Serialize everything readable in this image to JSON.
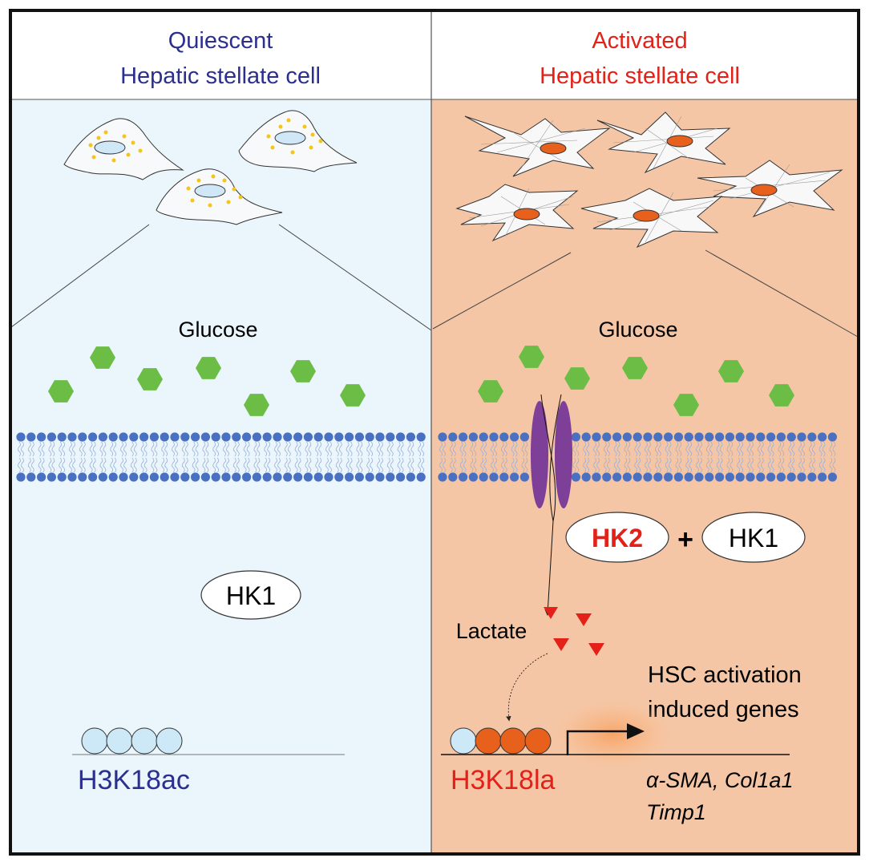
{
  "left_panel": {
    "title_line1": "Quiescent",
    "title_line2": "Hepatic stellate cell",
    "glucose_label": "Glucose",
    "enzyme_label": "HK1",
    "histone_mark": "H3K18ac"
  },
  "right_panel": {
    "title_line1": "Activated",
    "title_line2": "Hepatic stellate cell",
    "glucose_label": "Glucose",
    "enzyme_primary": "HK2",
    "plus_sign": "+",
    "enzyme_secondary": "HK1",
    "lactate_label": "Lactate",
    "genes_header_line1": "HSC activation",
    "genes_header_line2": "induced genes",
    "gene_list_line1": "α-SMA, Col1a1",
    "gene_list_line2": "Timp1",
    "histone_mark": "H3K18la"
  },
  "colors": {
    "quiescent_text": "#2b2f8e",
    "activated_text": "#e32119",
    "quiescent_bg": "#eaf5fc",
    "activated_bg": "#f5c6a5",
    "glucose": "#6cbd45",
    "lipid_head": "#4a70c2",
    "transporter": "#7d3f98",
    "lactate": "#e32119",
    "nucleosome_acetyl": "#cde8f7",
    "nucleosome_lactyl": "#e8611c",
    "lipid_droplet": "#f5c518"
  }
}
